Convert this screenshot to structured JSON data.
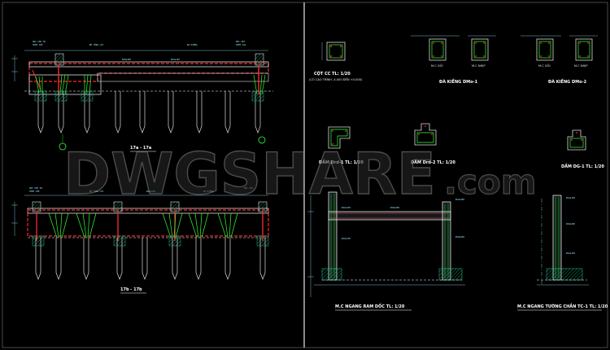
{
  "watermark": {
    "main": "DWGSHARE",
    "suffix": ".com"
  },
  "left_panel": {
    "section_a_label": "17a - 17a",
    "section_b_label": "17b - 17b"
  },
  "right_panel": {
    "column_label": "CỘT CC  TL: 1/20",
    "column_note": "(CỐ CAO TRÌNH -4.000 ĐẾN +0.000)",
    "kieng1_sub1": "M.C GỐI",
    "kieng1_sub2": "M.C NHỊP",
    "kieng1_label": "ĐÀ KIỀNG DMo-1",
    "kieng2_sub1": "M.C GỐI",
    "kieng2_sub2": "M.C NHỊP",
    "kieng2_label": "ĐÀ KIỀNG DMo-2",
    "beam1_label": "DẦM Drd-1  TL: 1/20",
    "beam2_label": "DẦM Drd-2  TL: 1/20",
    "beam3_label": "DẦM DG-1  TL: 1/20",
    "ramp_label": "M.C NGANG RAM DỐC  TL: 1/20",
    "wall_label": "M.C NGANG TƯỜNG CHẮN TC-1  TL: 1/20"
  },
  "colors": {
    "background": "#000000",
    "concrete": "#dcdcdc",
    "rebar_main": "#ff2a2a",
    "rebar_secondary": "#33ff33",
    "dimension": "#9fe6ff",
    "hatch": "#1fae7a",
    "annotation": "#ffff66"
  }
}
